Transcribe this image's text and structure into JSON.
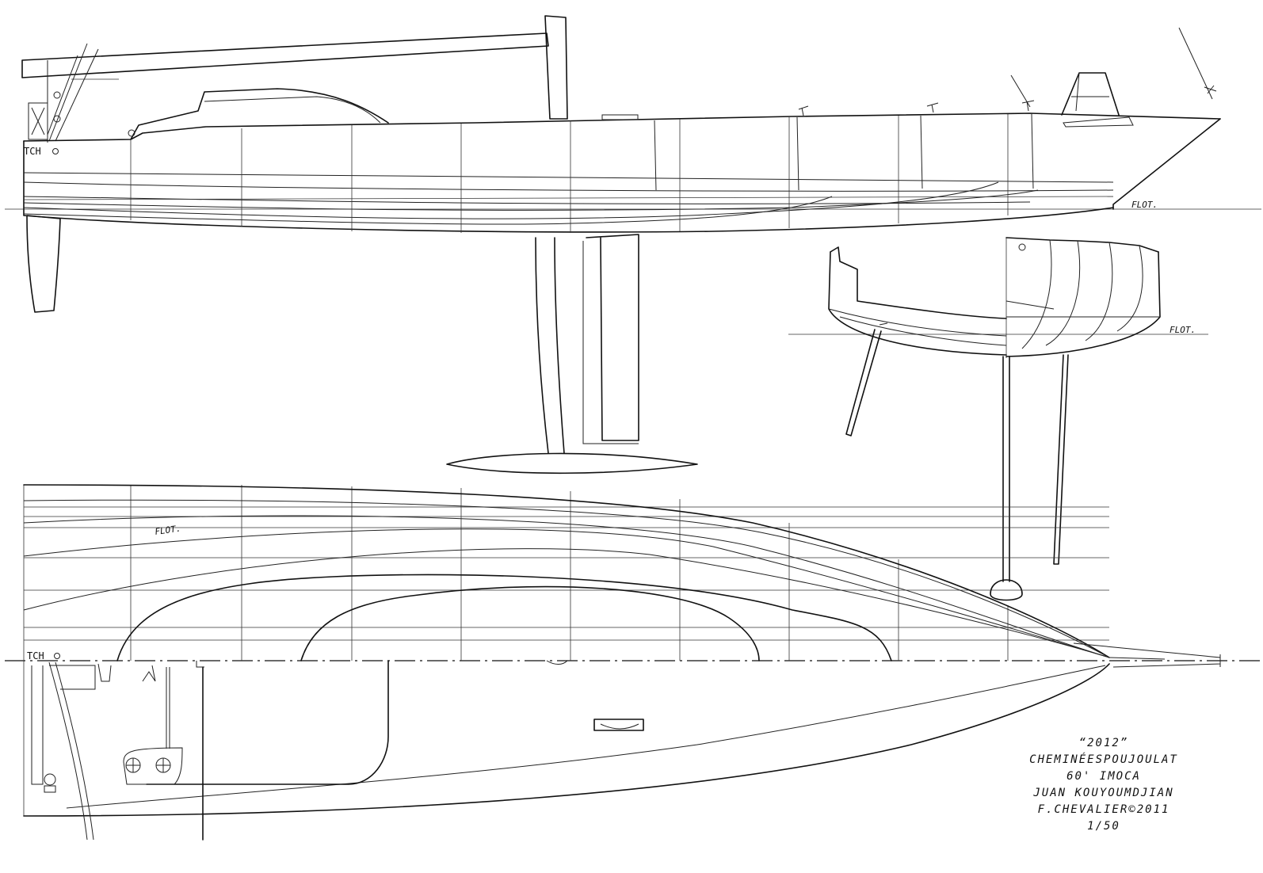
{
  "labels": {
    "station_mark_profile": "TCH",
    "station_mark_plan": "TCH",
    "waterline_profile": "FLOT.",
    "waterline_section": "FLOT.",
    "waterline_plan": "FLOT."
  },
  "title_block": {
    "year": "“2012”",
    "boat_name": "CHEMINÉESPOUJOULAT",
    "class": "60' IMOCA",
    "designer": "JUAN KOUYOUMDJIAN",
    "draughtsman": "F.CHEVALIER©2011",
    "scale": "1/50"
  },
  "colors": {
    "ink": "#111111",
    "paper": "#ffffff"
  }
}
